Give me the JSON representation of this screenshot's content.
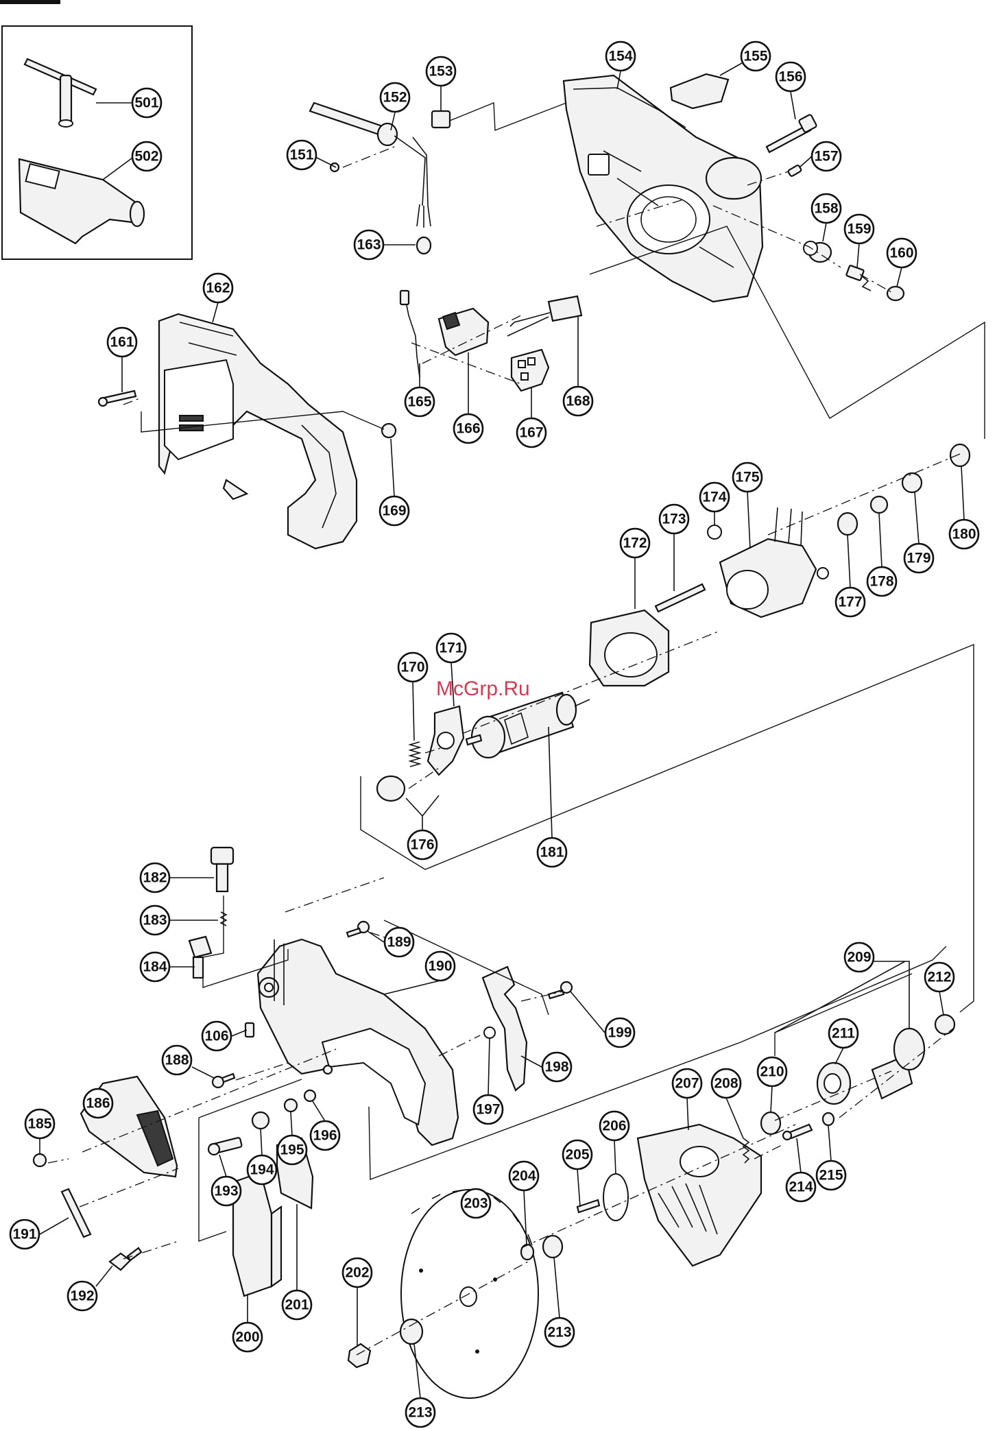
{
  "title": "",
  "watermark": "McGrp.Ru",
  "callouts": [
    "501",
    "502",
    "151",
    "152",
    "153",
    "154",
    "155",
    "156",
    "157",
    "158",
    "159",
    "160",
    "161",
    "162",
    "163",
    "165",
    "166",
    "167",
    "168",
    "169",
    "170",
    "171",
    "172",
    "173",
    "174",
    "175",
    "176",
    "177",
    "178",
    "179",
    "180",
    "181",
    "182",
    "183",
    "184",
    "185",
    "186",
    "188",
    "189",
    "190",
    "191",
    "192",
    "193",
    "194",
    "195",
    "196",
    "197",
    "198",
    "199",
    "200",
    "201",
    "202",
    "203",
    "204",
    "205",
    "206",
    "207",
    "208",
    "209",
    "210",
    "211",
    "212",
    "213",
    "213",
    "214",
    "215",
    "106"
  ],
  "colors": {
    "line": "#111111",
    "watermark": "#c8102e",
    "background": "#ffffff"
  }
}
